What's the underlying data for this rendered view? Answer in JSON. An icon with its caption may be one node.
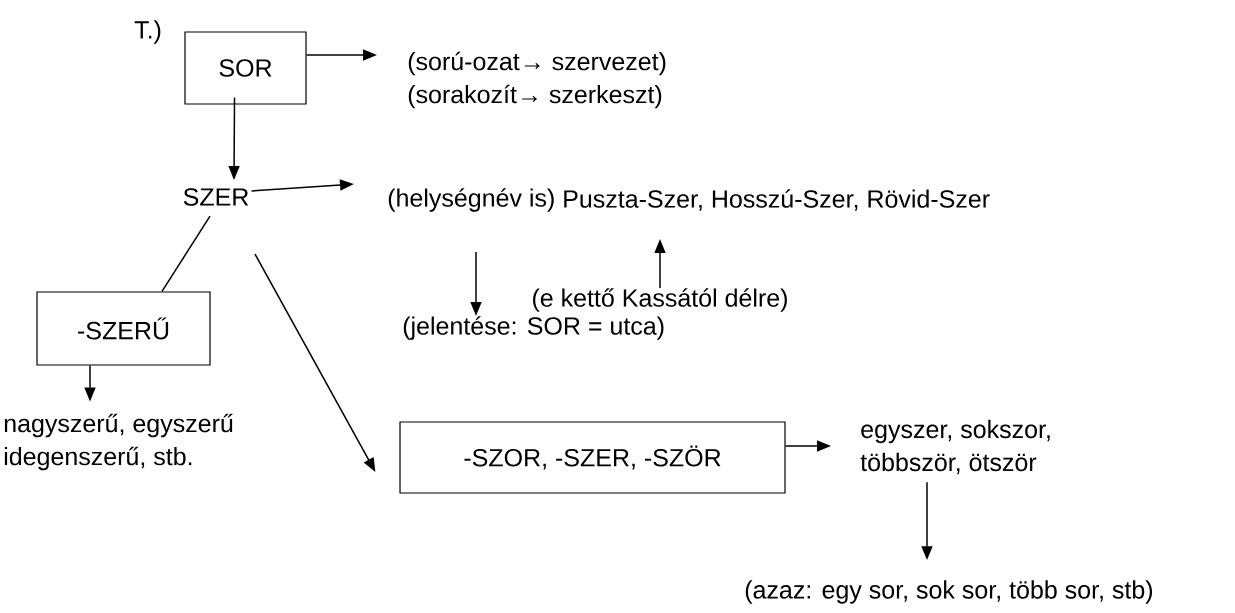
{
  "diagram": {
    "nodes": [
      {
        "text": [
          "SOR"
        ]
      },
      {
        "text": [
          "(sorú-ozat→ szervezet)",
          "(sorakozít→ szerkeszt)"
        ]
      },
      {
        "text": [
          "SZER"
        ]
      },
      {
        "text": [
          "(helységnév is)"
        ]
      },
      {
        "text": [
          "Puszta-Szer, Hosszú-Szer, Rövid-Szer"
        ]
      },
      {
        "text": [
          "(e kettő Kassától délre)"
        ]
      },
      {
        "text": [
          "(jelentése: SOR = utca)"
        ]
      },
      {
        "text": [
          "-SZERŰ"
        ]
      },
      {
        "text": [
          "nagyszerű, egyszerű",
          "idegenszerű, stb."
        ]
      },
      {
        "text": [
          "-SZOR, -SZER, -SZÖR"
        ]
      },
      {
        "text": [
          "egyszer, sokszor,",
          "többször, ötször"
        ]
      },
      {
        "text": [
          "(azaz: egy sor, sok sor, több sor, stb)"
        ]
      }
    ],
    "edges": [
      {
        "from": 0,
        "to": 1,
        "arrow": "to"
      },
      {
        "from": 0,
        "to": 2,
        "arrow": "to"
      },
      {
        "from": 2,
        "to": 3,
        "arrow": "to"
      },
      {
        "from": 3,
        "to": 6,
        "arrow": "to"
      },
      {
        "from": 5,
        "to": 4,
        "arrow": "to"
      },
      {
        "from": 2,
        "to": 7,
        "arrow": "none"
      },
      {
        "from": 2,
        "to": 9,
        "arrow": "to"
      },
      {
        "from": 7,
        "to": 8,
        "arrow": "to"
      },
      {
        "from": 9,
        "to": 10,
        "arrow": "to"
      },
      {
        "from": 10,
        "to": 11,
        "arrow": "to"
      }
    ],
    "labels": [
      "T.)"
    ]
  }
}
